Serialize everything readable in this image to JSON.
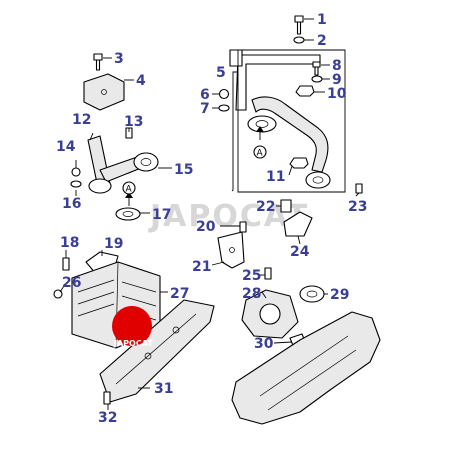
{
  "watermark": "JAPOCAT",
  "stamp_text": "JAPOCAT",
  "view_marker": "A",
  "callouts": [
    "1",
    "2",
    "3",
    "4",
    "5",
    "6",
    "7",
    "8",
    "9",
    "10",
    "11",
    "12",
    "13",
    "14",
    "15",
    "16",
    "17",
    "18",
    "19",
    "20",
    "21",
    "22",
    "23",
    "24",
    "25",
    "26",
    "27",
    "28",
    "29",
    "30",
    "31",
    "32"
  ],
  "colors": {
    "callout": "#3a3f96",
    "stamp": "#e00000",
    "watermark": "#d7d7d7"
  }
}
